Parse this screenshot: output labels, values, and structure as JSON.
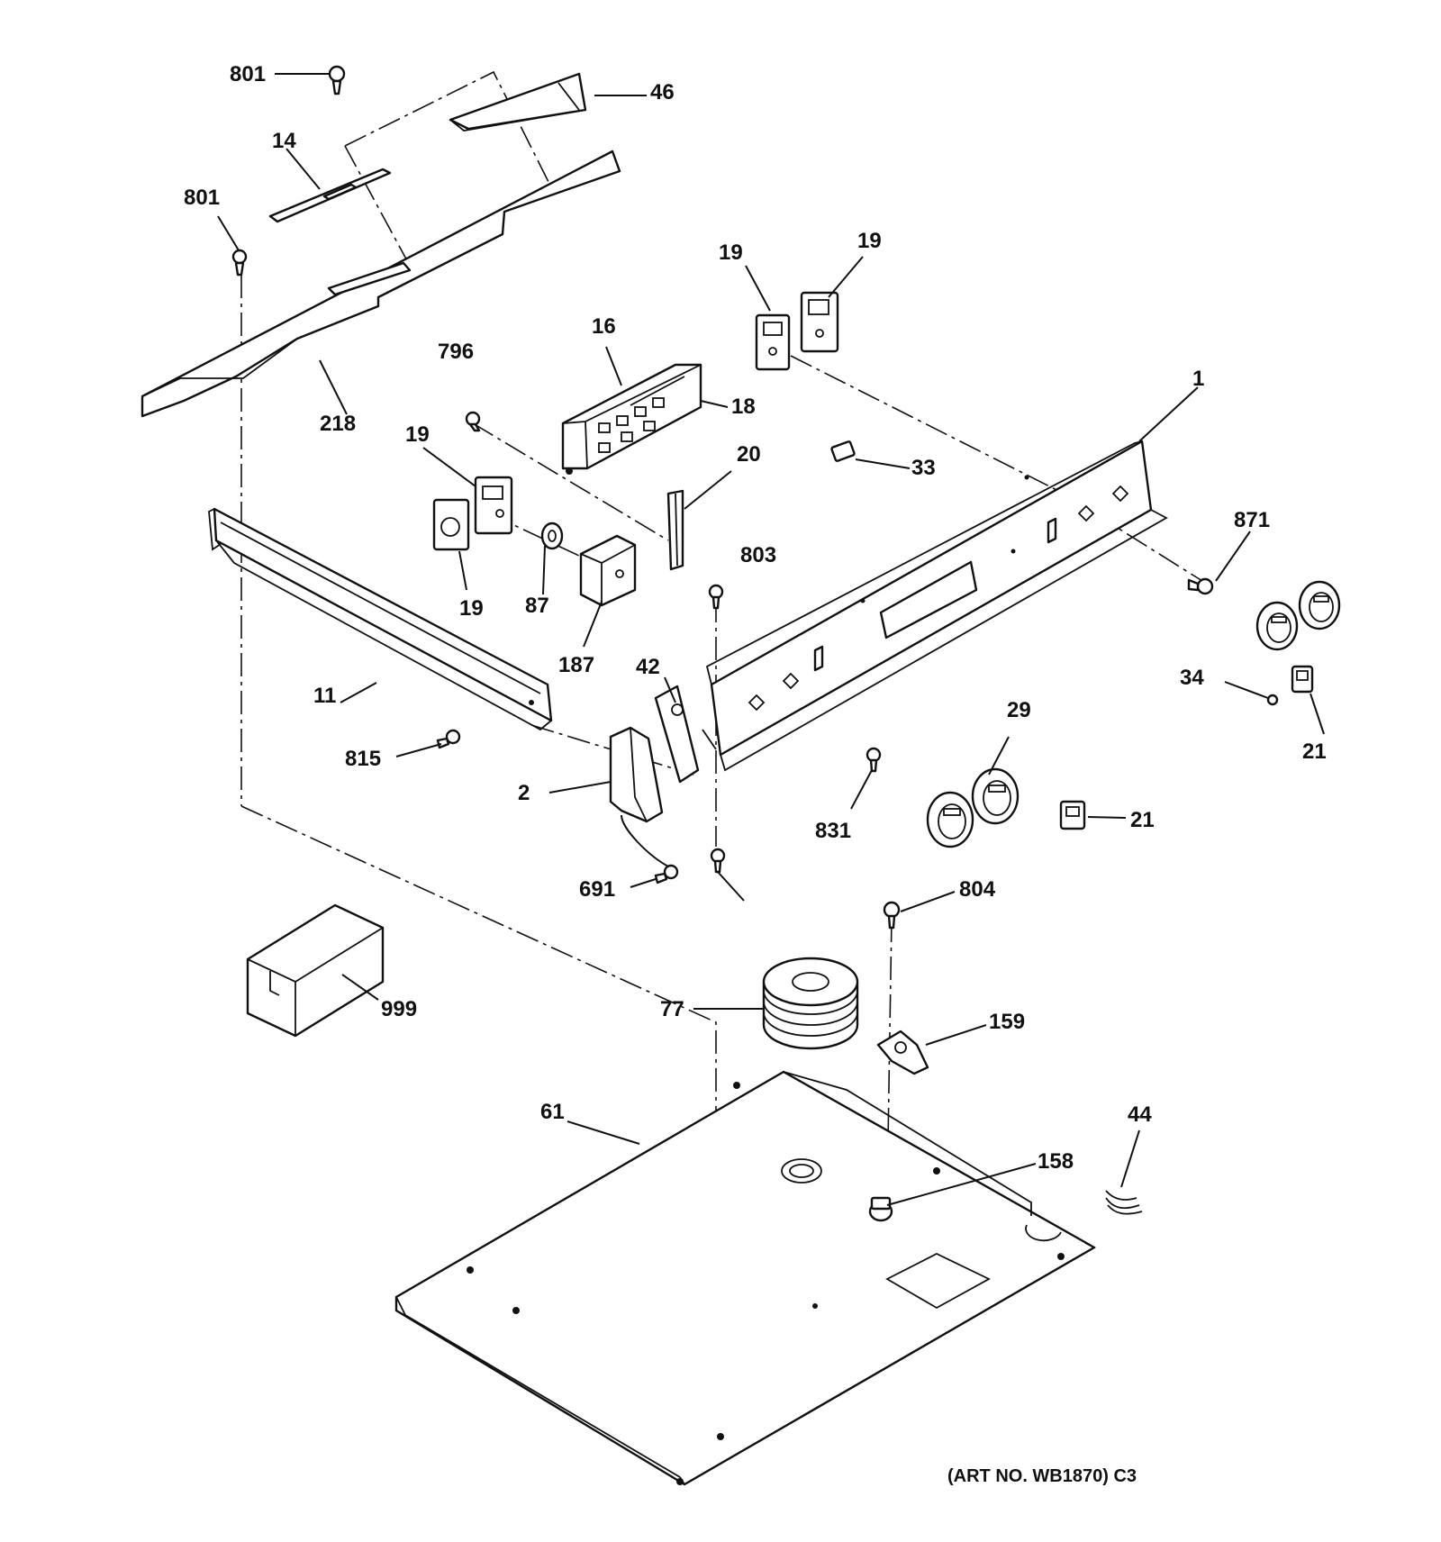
{
  "diagram": {
    "art_number": "(ART NO. WB1870) C3",
    "callouts": {
      "c801a": "801",
      "c46": "46",
      "c14": "14",
      "c801b": "801",
      "c218": "218",
      "c19a": "19",
      "c19b": "19",
      "c16": "16",
      "c796": "796",
      "c18": "18",
      "c1": "1",
      "c19c": "19",
      "c20": "20",
      "c33": "33",
      "c871": "871",
      "c19d": "19",
      "c87": "87",
      "c803": "803",
      "c187": "187",
      "c42": "42",
      "c11": "11",
      "c34": "34",
      "c21a": "21",
      "c29": "29",
      "c815": "815",
      "c2": "2",
      "c831": "831",
      "c21b": "21",
      "c691": "691",
      "c804": "804",
      "c999": "999",
      "c77": "77",
      "c159": "159",
      "c61": "61",
      "c44": "44",
      "c158": "158"
    }
  }
}
